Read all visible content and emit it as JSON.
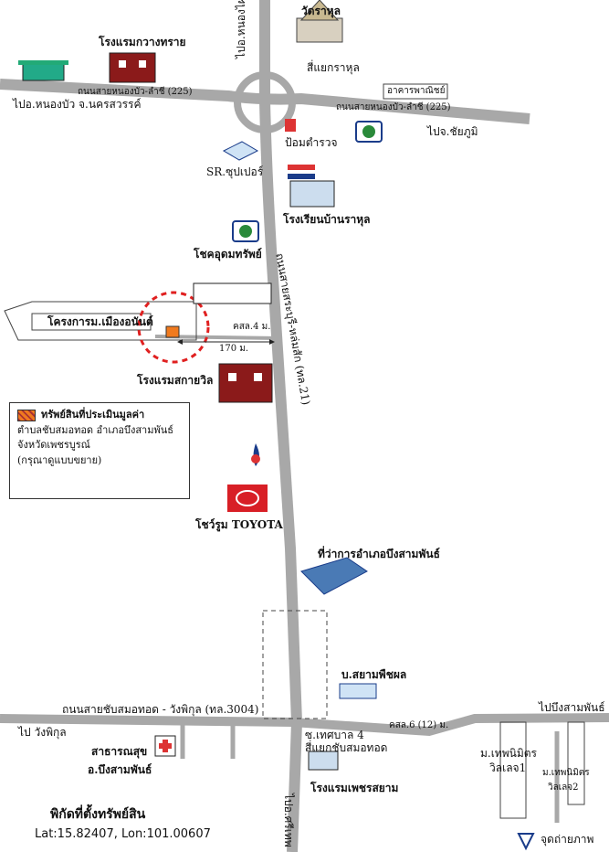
{
  "roads": {
    "north_highway": "ไปอ.หนองไผ่",
    "junction_top": "สี่แยกราหุล",
    "main_road_west": "ถนนสายหนองบัว-ลำชี (225)",
    "main_road_east": "ถนนสายหนองบัว-ลำชี (225)",
    "to_nongbua": "ไปอ.หนองบัว จ.นครสวรรค์",
    "to_chaiyaphum": "ไปจ.ชัยภูมิ",
    "north_south_road": "ถนนสายสระบุรี-หล่มสัก (ทล.21)",
    "south_road": "ถนนสายชับสมอทอด - วังพิกุล (ทล.3004)",
    "to_wangpikul": "ไป วังพิกุล",
    "to_bueng_sam_phan": "ไปบึงสามพันธ์",
    "south_highway": "ไปอ.ศรีเทพ",
    "soi_road": "คสล.4 ม.",
    "soi_road2": "คสล.6 (12) ม.",
    "distance": "170 ม.",
    "junction_bottom": "สี่แยกชับสมอทอด",
    "tessaban": "ซ.เทศบาล 4"
  },
  "landmarks": {
    "temple": "วัดราหุล",
    "hotel_sand": "โรงแรมกวางทราย",
    "commercial": "อาคารพาณิชย์",
    "police": "ป้อมตำรวจ",
    "sr_super": "SR.ซุปเปอร์",
    "school": "โรงเรียนบ้านราหุล",
    "gas_station": "โชคอุดมทรัพย์",
    "project": "โครงการม.เมืองอนันต์",
    "hotel_sky": "โรงแรมสกายวิล",
    "toyota": "โชว์รูม TOYOTA",
    "district_office": "ที่ว่าการอำเภอบึงสามพันธ์",
    "siam_phuet": "บ.สยามพืชผล",
    "health": "สาธารณสุข",
    "health2": "อ.บึงสามพันธ์",
    "village1": "ม.เทพนิมิตร",
    "village1b": "วิลเลจ1",
    "village2": "ม.เทพนิมิตร",
    "village2b": "วิลเลจ2",
    "hotel_phet": "โรงแรมเพชรสยาม"
  },
  "legend": {
    "title": "ทรัพย์สินที่ประเมินมูลค่า",
    "line1": "ตำบลชับสมอทอด อำเภอบึงสามพันธ์",
    "line2": "จังหวัดเพชรบูรณ์",
    "line3": "(กรุณาดูแบบขยาย)"
  },
  "footer": {
    "title": "พิกัดที่ตั้งทรัพย์สิน",
    "coords": "Lat:15.82407, Lon:101.00607",
    "photo_point": "จุดถ่ายภาพ"
  },
  "colors": {
    "road": "#a8a8a8",
    "property": "#f07a1e",
    "circle": "#e02020",
    "hotel": "#8b1a1a"
  }
}
